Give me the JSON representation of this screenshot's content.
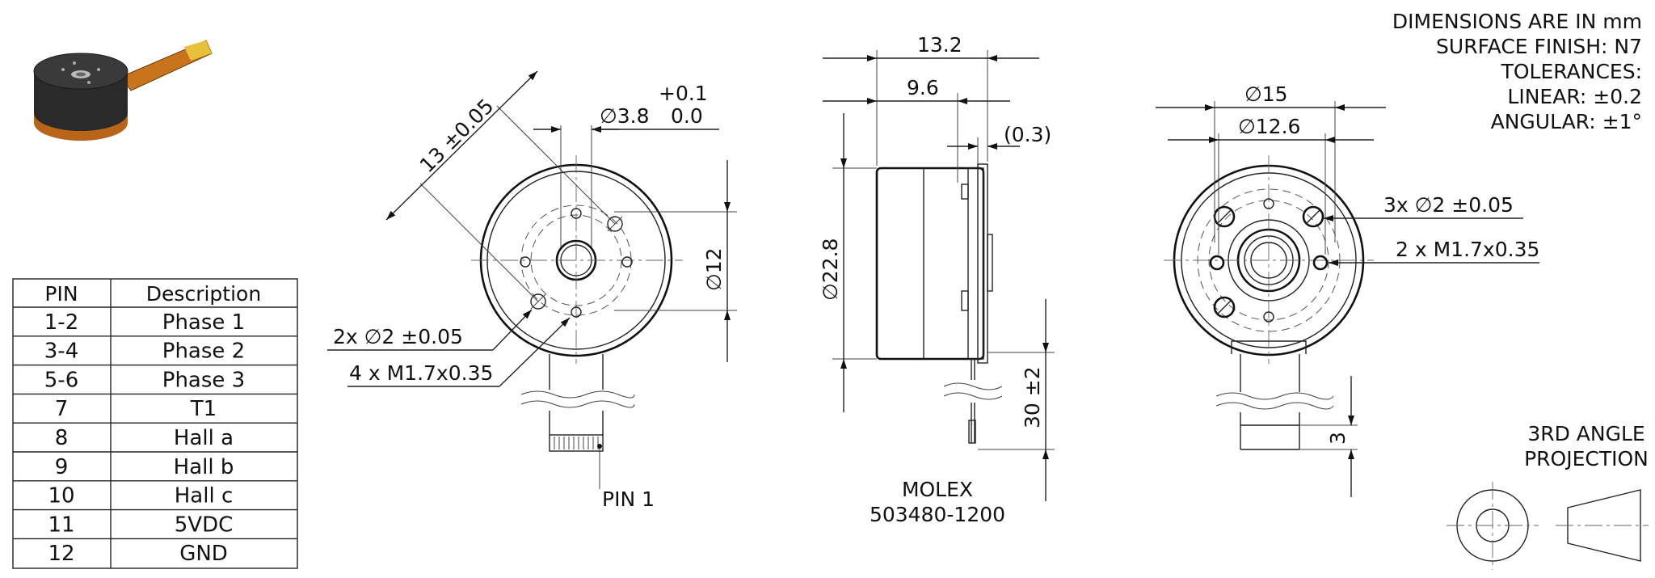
{
  "notes": {
    "line1": "DIMENSIONS ARE IN mm",
    "line2": "SURFACE FINISH: N7",
    "line3": "TOLERANCES:",
    "line4": "LINEAR: ±0.2",
    "line5": "ANGULAR: ±1°"
  },
  "pin_table": {
    "headers": [
      "PIN",
      "Description"
    ],
    "rows": [
      [
        "1-2",
        "Phase 1"
      ],
      [
        "3-4",
        "Phase 2"
      ],
      [
        "5-6",
        "Phase 3"
      ],
      [
        "7",
        "T1"
      ],
      [
        "8",
        "Hall a"
      ],
      [
        "9",
        "Hall b"
      ],
      [
        "10",
        "Hall c"
      ],
      [
        "11",
        "5VDC"
      ],
      [
        "12",
        "GND"
      ]
    ]
  },
  "front_view": {
    "dim_13": "13 ±0.05",
    "dim_d38": "∅3.8",
    "tol_plus": "+0.1",
    "tol_zero": "0.0",
    "dim_d12": "∅12",
    "holes_2x": "2x ∅2 ±0.05",
    "holes_4x": "4 x M1.7x0.35",
    "pin1": "PIN 1"
  },
  "side_view": {
    "dim_132": "13.2",
    "dim_96": "9.6",
    "dim_03": "(0.3)",
    "dim_d228": "∅22.8",
    "dim_30": "30 ±2",
    "connector_l1": "MOLEX",
    "connector_l2": "503480-1200"
  },
  "rear_view": {
    "dim_d15": "∅15",
    "dim_d126": "∅12.6",
    "holes_3x": "3x ∅2 ±0.05",
    "holes_2x": "2 x M1.7x0.35",
    "dim_3": "3"
  },
  "projection": {
    "line1": "3RD ANGLE",
    "line2": "PROJECTION"
  }
}
